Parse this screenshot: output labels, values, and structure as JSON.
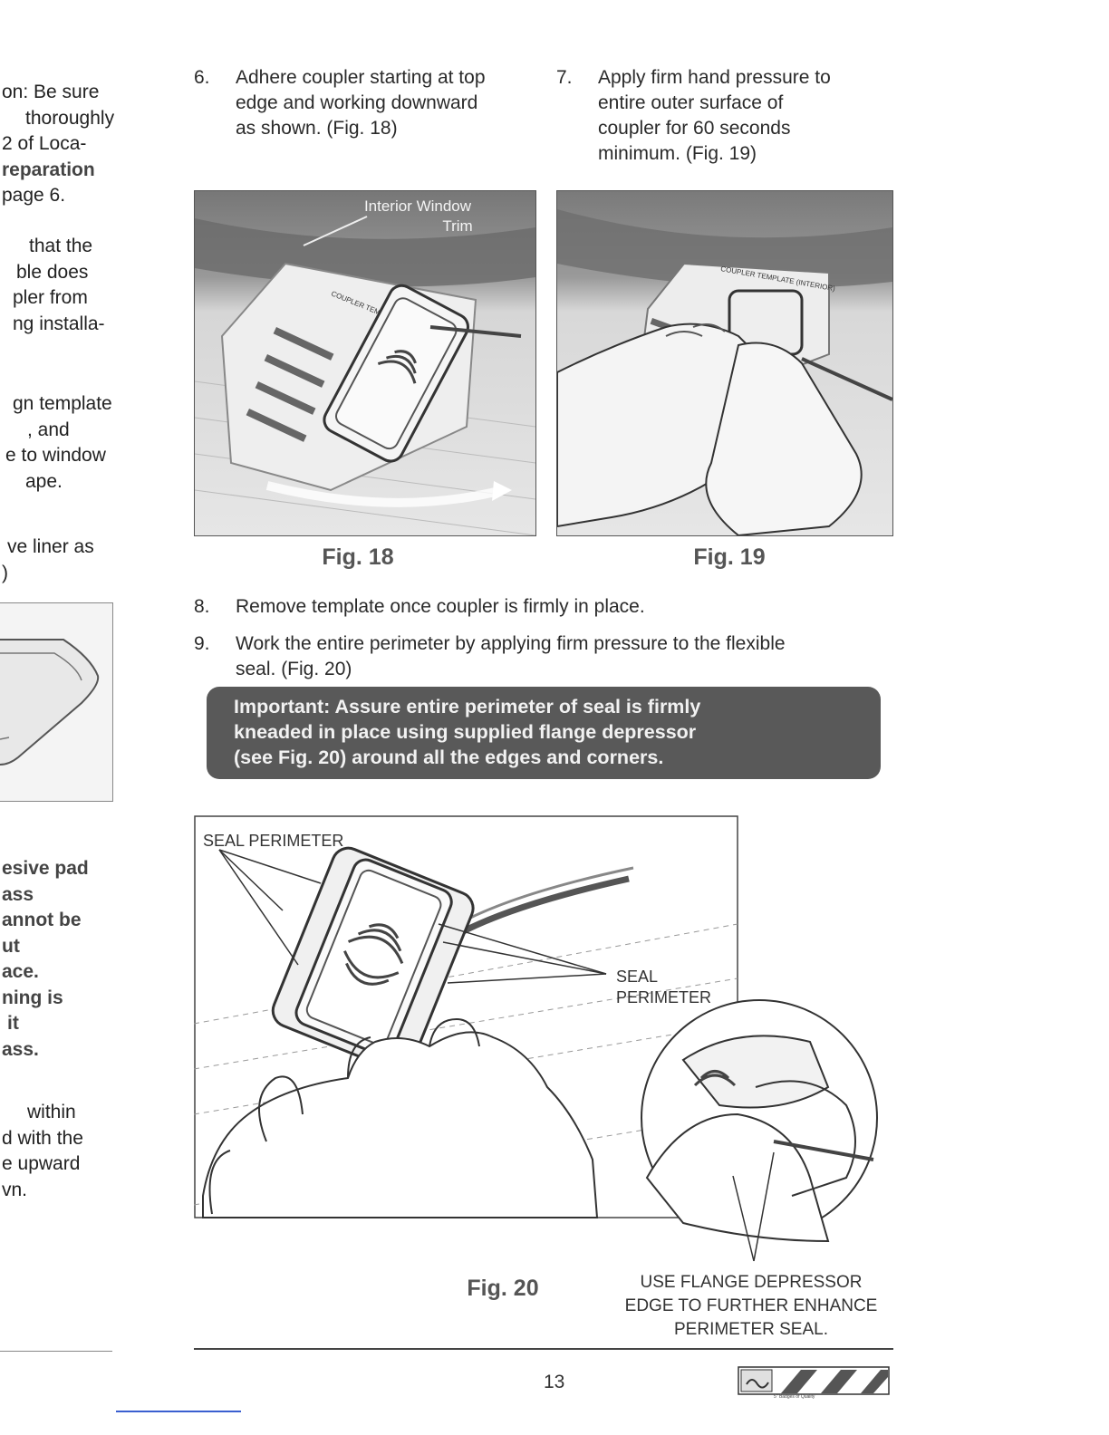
{
  "left_column": {
    "lines": [
      "on: Be sure",
      "thoroughly",
      "2 of Loca-",
      "reparation",
      "page 6.",
      "that the",
      "ble does",
      "pler from",
      "ng installa-",
      "gn template",
      ", and",
      "e to window",
      "ape.",
      "ve liner as",
      ")",
      "esive pad",
      "ass",
      "annot be",
      "ut",
      "ace.",
      "ning is",
      "it",
      "ass.",
      "within",
      "d with the",
      "e upward",
      "vn."
    ]
  },
  "steps": {
    "step6": {
      "num": "6.",
      "lines": [
        "Adhere coupler starting at top",
        "edge and working downward",
        "as shown. (Fig. 18)"
      ]
    },
    "step7": {
      "num": "7.",
      "lines": [
        "Apply firm hand pressure to",
        "entire outer surface of",
        "coupler for 60 seconds",
        "minimum. (Fig. 19)"
      ]
    },
    "step8": {
      "num": "8.",
      "text": "Remove template once coupler is firmly in place."
    },
    "step9": {
      "num": "9.",
      "lines": [
        "Work the entire perimeter by applying firm pressure to the flexible",
        "seal. (Fig. 20)"
      ]
    }
  },
  "figures": {
    "fig18": {
      "caption": "Fig. 18",
      "label_line1": "Interior Window",
      "label_line2": "Trim",
      "template_text": "COUPLER TEMPLATE (EXTERIOR)"
    },
    "fig19": {
      "caption": "Fig. 19",
      "template_text": "COUPLER TEMPLATE (INTERIOR)"
    },
    "fig20": {
      "caption": "Fig. 20",
      "label_top": "SEAL PERIMETER",
      "label_right_line1": "SEAL",
      "label_right_line2": "PERIMETER",
      "callout_lines": [
        "USE FLANGE DEPRESSOR",
        "EDGE TO FURTHER ENHANCE",
        "PERIMETER SEAL."
      ]
    }
  },
  "important": {
    "lines": [
      "Important: Assure entire perimeter of seal is firmly",
      "kneaded in place using supplied flange depressor",
      "(see Fig. 20) around all the edges and corners."
    ]
  },
  "footer": {
    "page_number": "13",
    "logo_tagline": "5\" Badges of Quality"
  },
  "colors": {
    "banner": "#595959",
    "link_underline": "#3a5fd0"
  }
}
